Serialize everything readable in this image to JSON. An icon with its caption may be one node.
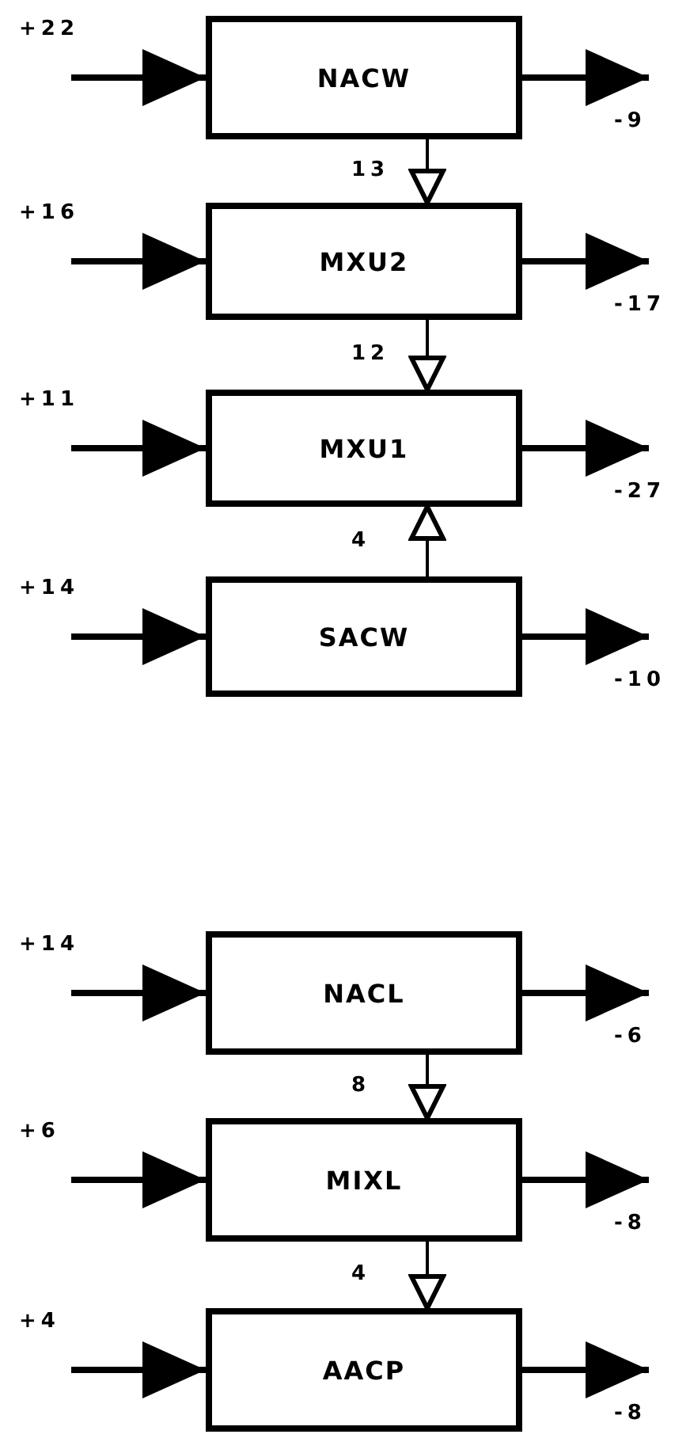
{
  "diagram": {
    "nodes": [
      {
        "text": [
          "NACW"
        ]
      },
      {
        "text": [
          "MXU2"
        ]
      },
      {
        "text": [
          "MXU1"
        ]
      },
      {
        "text": [
          "SACW"
        ]
      },
      {
        "text": [
          "NACL"
        ]
      },
      {
        "text": [
          "MIXL"
        ]
      },
      {
        "text": [
          "AACP"
        ]
      }
    ],
    "edges": [
      {
        "from": null,
        "to": 0,
        "arrow": "to",
        "label": "+22"
      },
      {
        "from": 0,
        "to": null,
        "arrow": "to",
        "label": "-9"
      },
      {
        "from": 0,
        "to": 1,
        "arrow": "to",
        "label": "13"
      },
      {
        "from": null,
        "to": 1,
        "arrow": "to",
        "label": "+16"
      },
      {
        "from": 1,
        "to": null,
        "arrow": "to",
        "label": "-17"
      },
      {
        "from": 1,
        "to": 2,
        "arrow": "to",
        "label": "12"
      },
      {
        "from": null,
        "to": 2,
        "arrow": "to",
        "label": "+11"
      },
      {
        "from": 2,
        "to": null,
        "arrow": "to",
        "label": "-27"
      },
      {
        "from": 3,
        "to": 2,
        "arrow": "to",
        "label": "4"
      },
      {
        "from": null,
        "to": 3,
        "arrow": "to",
        "label": "+14"
      },
      {
        "from": 3,
        "to": null,
        "arrow": "to",
        "label": "-10"
      },
      {
        "from": null,
        "to": 4,
        "arrow": "to",
        "label": "+14"
      },
      {
        "from": 4,
        "to": null,
        "arrow": "to",
        "label": "-6"
      },
      {
        "from": 4,
        "to": 5,
        "arrow": "to",
        "label": "8"
      },
      {
        "from": null,
        "to": 5,
        "arrow": "to",
        "label": "+6"
      },
      {
        "from": 5,
        "to": null,
        "arrow": "to",
        "label": "-8"
      },
      {
        "from": 5,
        "to": 6,
        "arrow": "to",
        "label": "4"
      },
      {
        "from": null,
        "to": 6,
        "arrow": "to",
        "label": "+4"
      },
      {
        "from": 6,
        "to": null,
        "arrow": "to",
        "label": "-8"
      }
    ]
  }
}
